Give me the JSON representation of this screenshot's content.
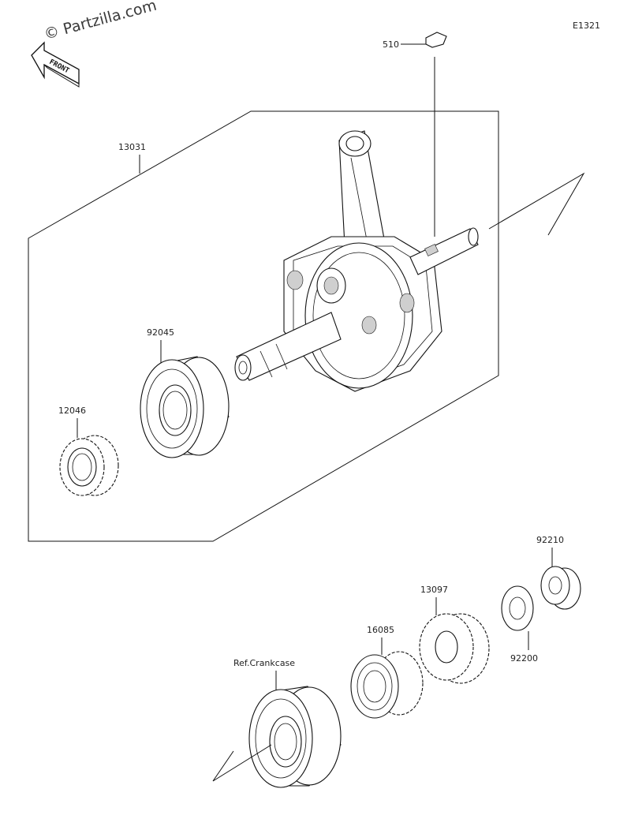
{
  "watermark": "© Partzilla.com",
  "diagram_code": "E1321",
  "front_label": "FRONT",
  "callouts": {
    "key": "510",
    "crankshaft_assy": "13031",
    "bearing": "92045",
    "gear_small": "12046",
    "nut": "92210",
    "gear_13097": "13097",
    "gear_16085": "16085",
    "washer": "92200",
    "ref_crankcase": "Ref.Crankcase"
  }
}
